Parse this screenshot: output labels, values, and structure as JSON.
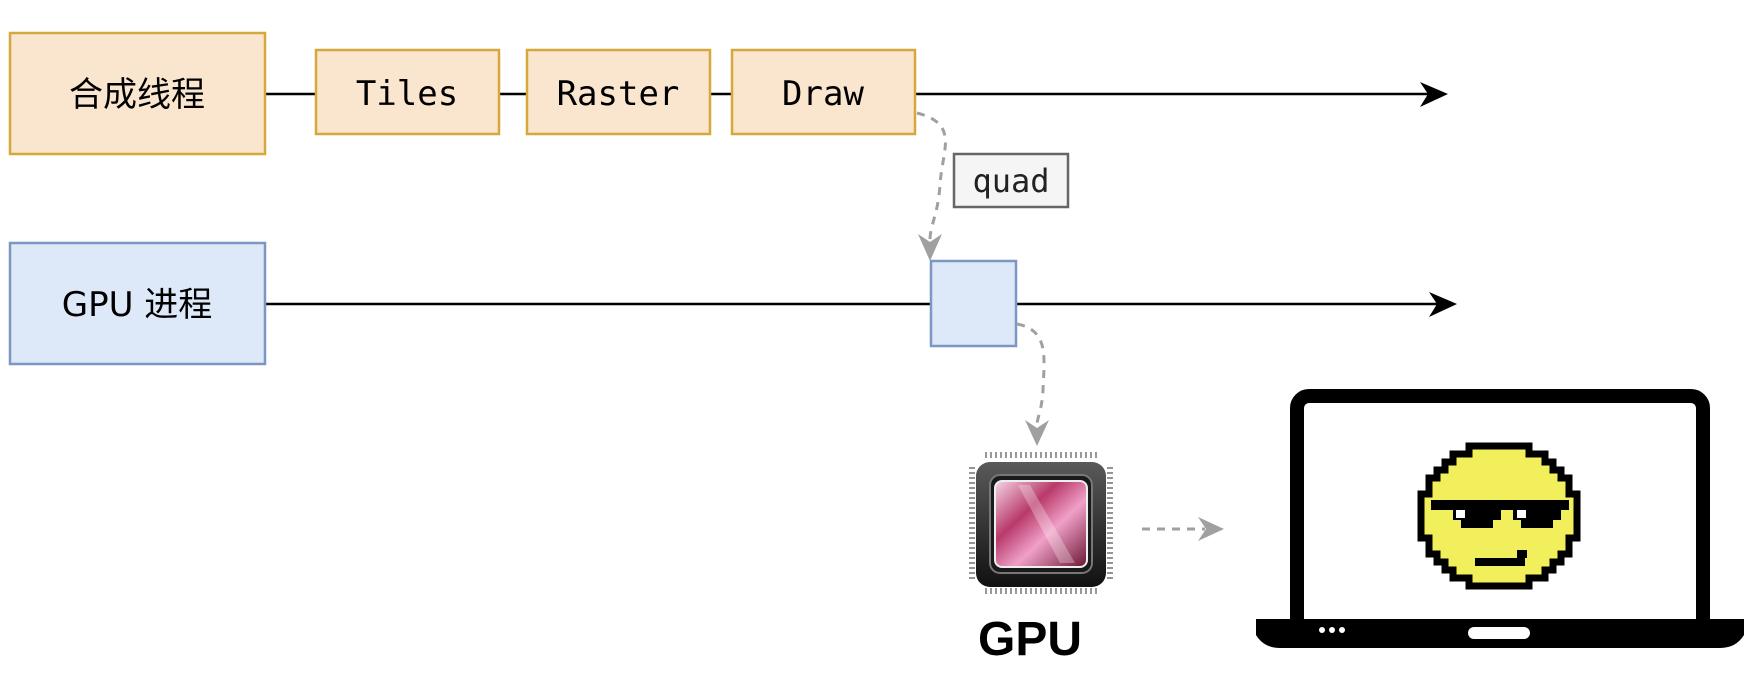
{
  "lanes": {
    "compositor": {
      "label": "合成线程"
    },
    "gpu_process": {
      "label": "GPU 进程"
    }
  },
  "stages": [
    {
      "label": "Tiles"
    },
    {
      "label": "Raster"
    },
    {
      "label": "Draw"
    }
  ],
  "quad_label": "quad",
  "gpu_caption": "GPU",
  "colors": {
    "orange_fill": "#fae6cf",
    "orange_stroke": "#d6a73a",
    "blue_fill": "#dde8f8",
    "blue_stroke": "#7d97c5",
    "dashed_arrow": "#a0a0a0",
    "emoji_yellow": "#f2ef5c"
  },
  "icons": [
    "gpu-chip-icon",
    "laptop-icon",
    "cool-face-emoji-icon"
  ]
}
